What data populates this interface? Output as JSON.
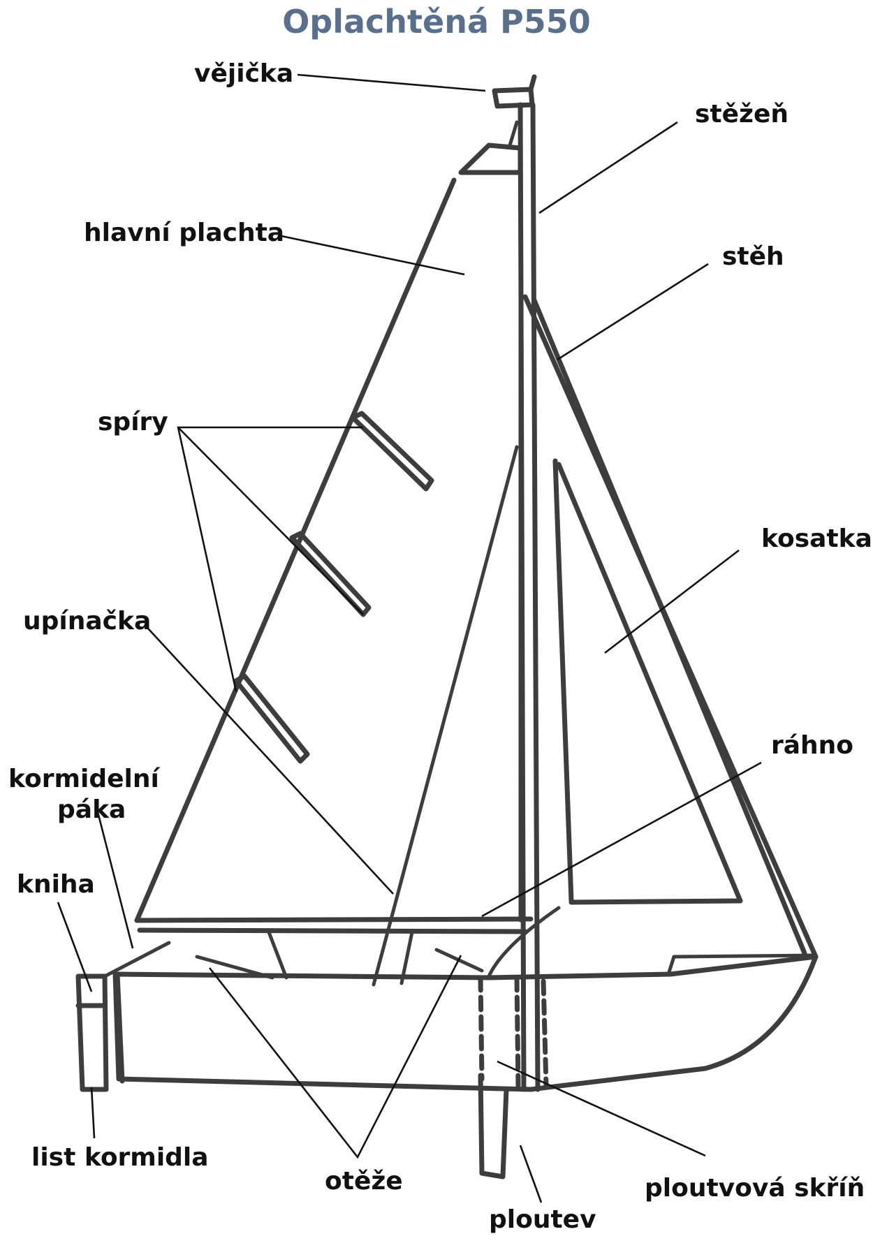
{
  "title": "Oplachtěná P550",
  "labels": {
    "vejicka": "vějička",
    "stezen": "stěžeň",
    "hlavni_plachta": "hlavní plachta",
    "steh": "stěh",
    "spiry": "spíry",
    "kosatka": "kosatka",
    "upinacka": "upínačka",
    "rahno": "ráhno",
    "kormidelni_paka_1": "kormidelní",
    "kormidelni_paka_2": "páka",
    "kniha": "kniha",
    "list_kormidla": "list kormidla",
    "oteze": "otěže",
    "ploutvova_skrin": "ploutvová skříň",
    "ploutev": "ploutev"
  }
}
